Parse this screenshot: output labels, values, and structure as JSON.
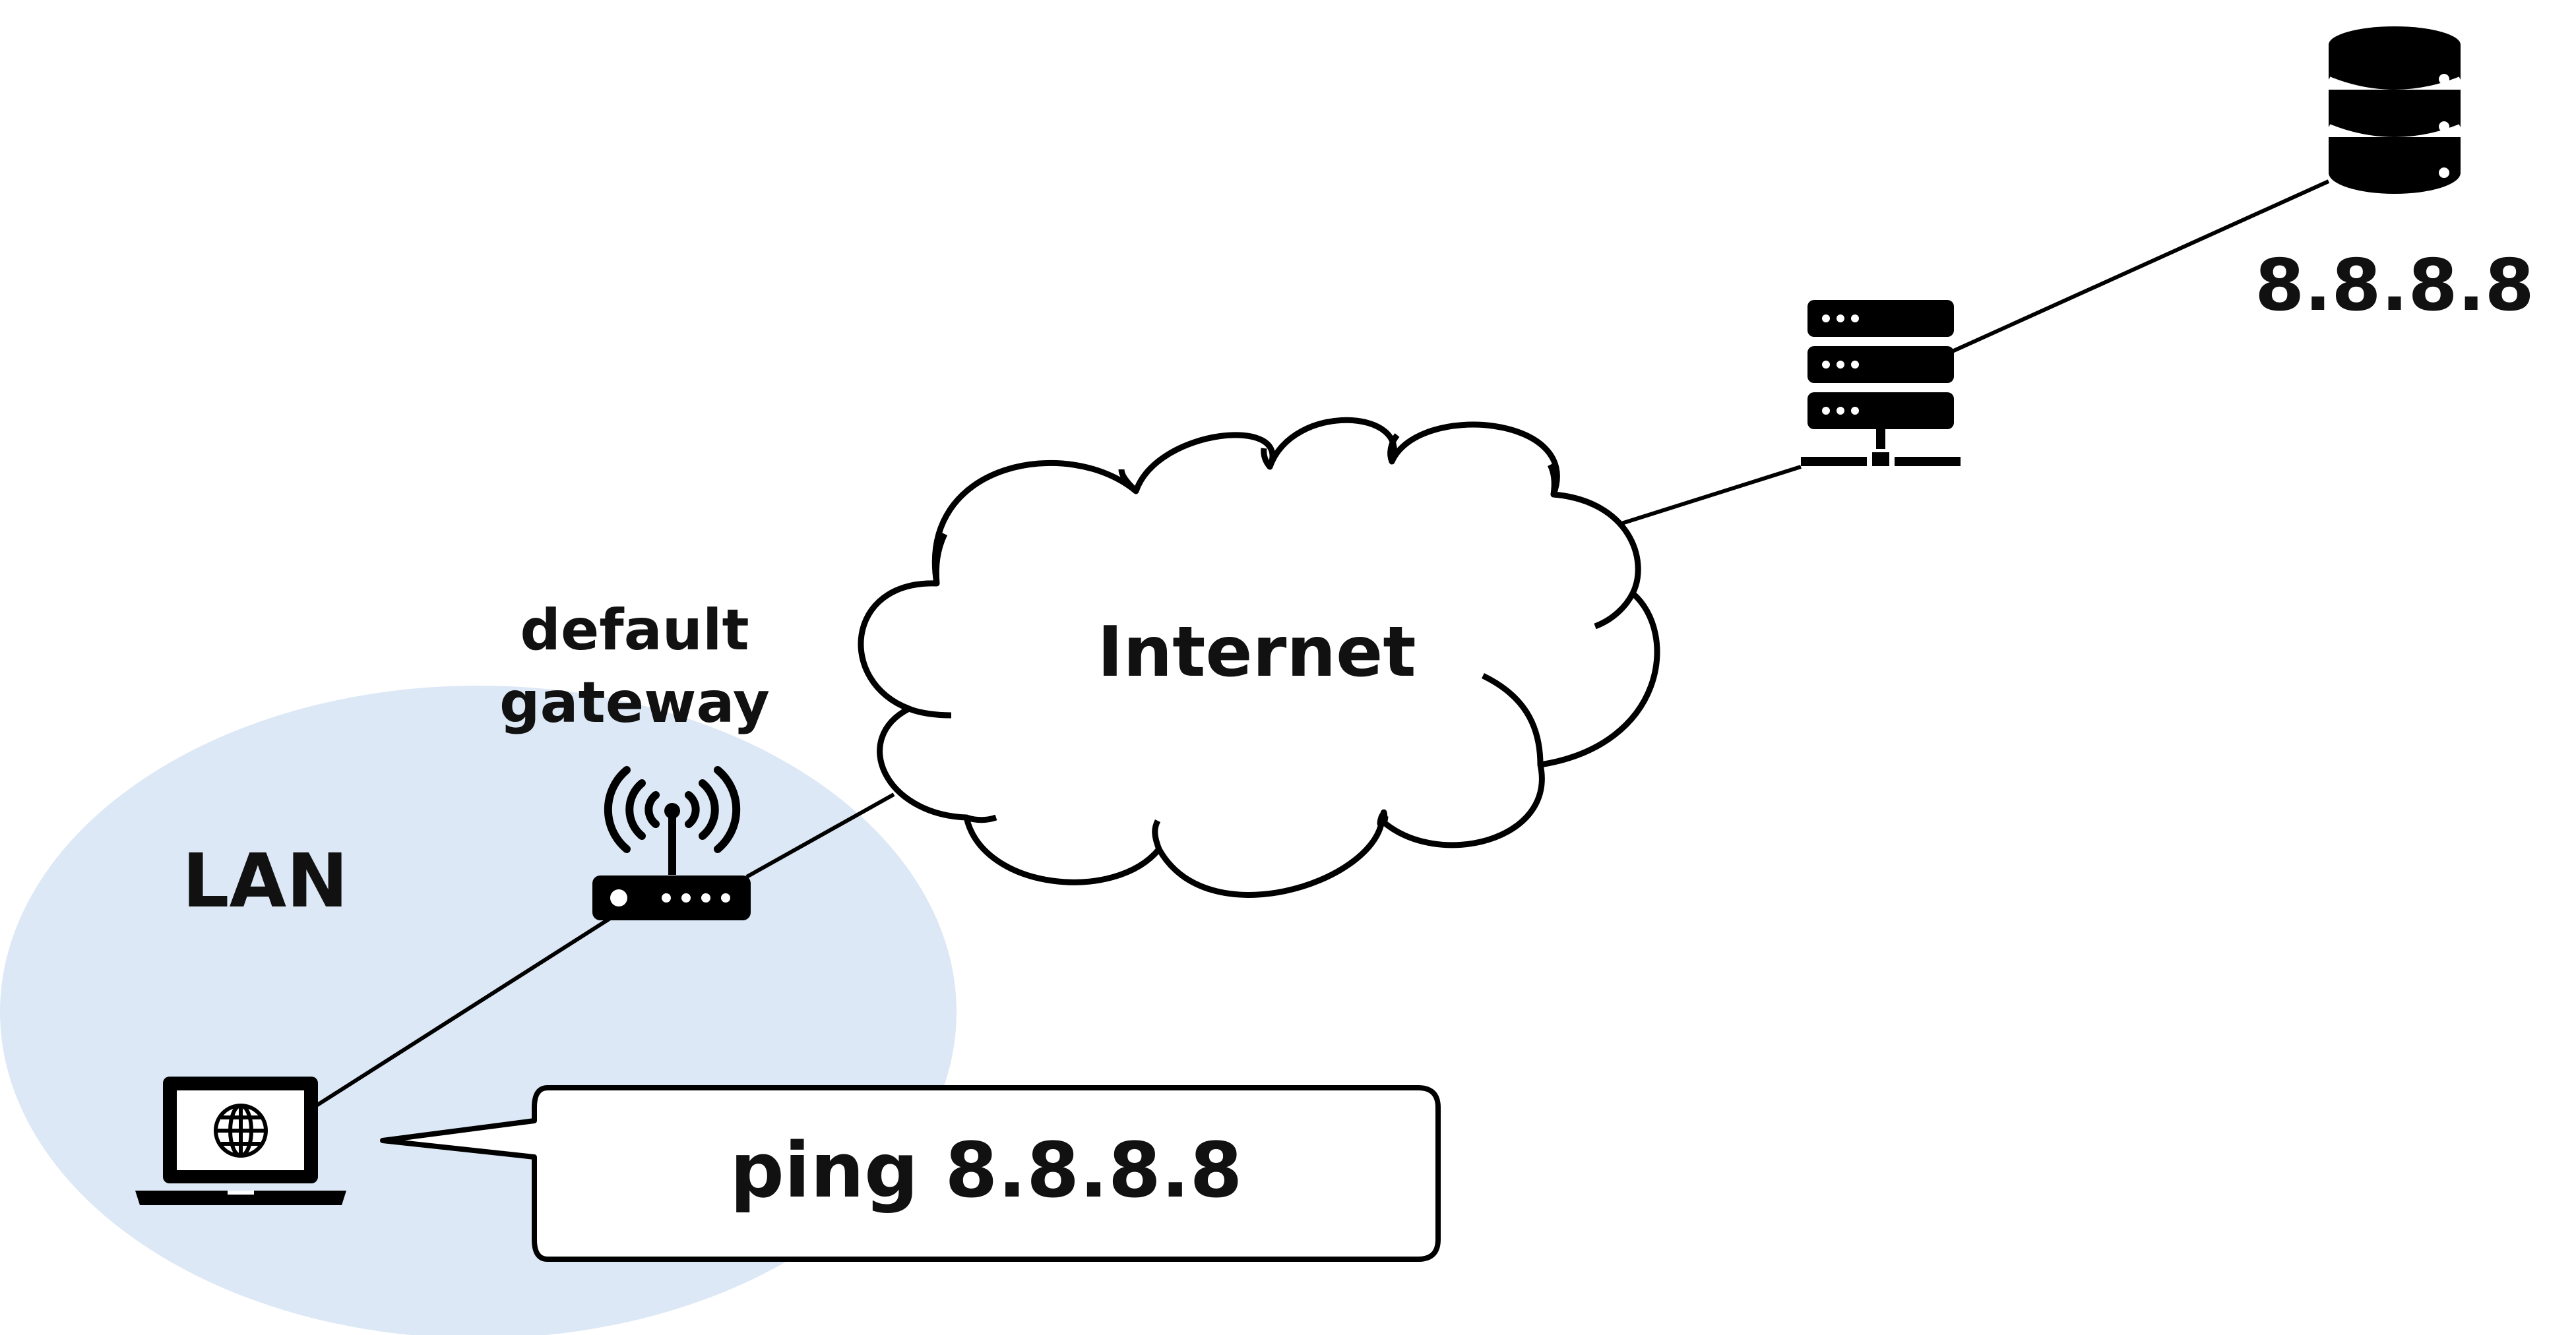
{
  "zones": {
    "lan_label": "LAN"
  },
  "cloud": {
    "label": "Internet"
  },
  "router": {
    "label_line1": "default",
    "label_line2": "gateway"
  },
  "destination": {
    "label": "8.8.8.8"
  },
  "callout": {
    "command": "ping 8.8.8.8"
  },
  "colors": {
    "lan_fill": "#dce8f5",
    "stroke": "#000000",
    "icon_fill": "#000000",
    "background": "#ffffff"
  },
  "icons": [
    "laptop-icon",
    "globe-icon",
    "wifi-router-icon",
    "cloud-icon",
    "server-rack-icon",
    "database-icon"
  ]
}
